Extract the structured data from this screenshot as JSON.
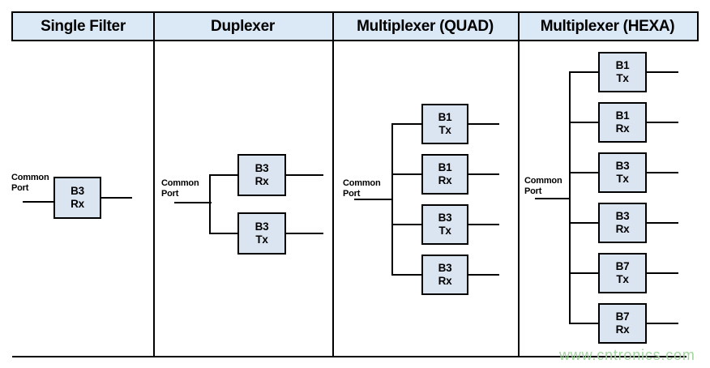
{
  "columns": [
    {
      "header": "Single Filter",
      "common_port_label": "Common Port",
      "filters": [
        {
          "band": "B3",
          "mode": "Rx"
        }
      ]
    },
    {
      "header": "Duplexer",
      "common_port_label": "Common Port",
      "filters": [
        {
          "band": "B3",
          "mode": "Rx"
        },
        {
          "band": "B3",
          "mode": "Tx"
        }
      ]
    },
    {
      "header": "Multiplexer (QUAD)",
      "common_port_label": "Common Port",
      "filters": [
        {
          "band": "B1",
          "mode": "Tx"
        },
        {
          "band": "B1",
          "mode": "Rx"
        },
        {
          "band": "B3",
          "mode": "Tx"
        },
        {
          "band": "B3",
          "mode": "Rx"
        }
      ]
    },
    {
      "header": "Multiplexer (HEXA)",
      "common_port_label": "Common Port",
      "filters": [
        {
          "band": "B1",
          "mode": "Tx"
        },
        {
          "band": "B1",
          "mode": "Rx"
        },
        {
          "band": "B3",
          "mode": "Tx"
        },
        {
          "band": "B3",
          "mode": "Rx"
        },
        {
          "band": "B7",
          "mode": "Tx"
        },
        {
          "band": "B7",
          "mode": "Rx"
        }
      ]
    }
  ],
  "watermark": "www.cntronics.com",
  "colors": {
    "header_bg": "#dbe8f6",
    "box_fill": "#dbe5f1",
    "line": "#000000",
    "watermark": "#a2d49e"
  }
}
